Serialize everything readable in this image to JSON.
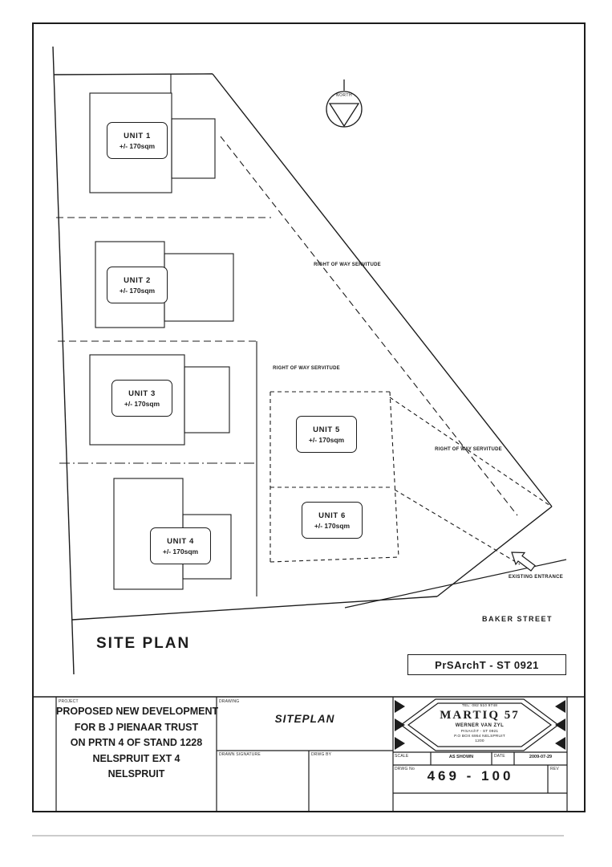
{
  "colors": {
    "ink": "#1c1c1c",
    "paper": "#ffffff"
  },
  "site": {
    "title": "SITE PLAN",
    "north": "NORTH",
    "street": "BAKER STREET",
    "entrance": "EXISTING ENTRANCE",
    "registration": "PrSArchT - ST 0921",
    "servitudes": [
      "RIGHT OF WAY SERVITUDE",
      "RIGHT OF WAY SERVITUDE",
      "RIGHT OF WAY SERVITUDE"
    ]
  },
  "units": [
    {
      "name": "UNIT 1",
      "area": "+/- 170sqm"
    },
    {
      "name": "UNIT 2",
      "area": "+/- 170sqm"
    },
    {
      "name": "UNIT 3",
      "area": "+/- 170sqm"
    },
    {
      "name": "UNIT 4",
      "area": "+/- 170sqm"
    },
    {
      "name": "UNIT 5",
      "area": "+/- 170sqm"
    },
    {
      "name": "UNIT 6",
      "area": "+/- 170sqm"
    }
  ],
  "title_block": {
    "project_label": "PROJECT",
    "project_lines": [
      "PROPOSED NEW DEVELOPMENT",
      "FOR B J PIENAAR TRUST",
      "ON PRTN 4 OF STAND 1228",
      "NELSPRUIT EXT 4",
      "NELSPRUIT"
    ],
    "drawing_label": "DRAWING",
    "drawing_title": "SITEPLAN",
    "drawn_label": "DRAWN SIGNATURE",
    "checked_label": "DRWG BY",
    "scale_label": "SCALE",
    "scale_value": "AS SHOWN",
    "date_label": "DATE",
    "date_value": "2009-07-29",
    "number_label": "DRWG No",
    "drawing_number": "469 - 100",
    "rev_label": "REV",
    "firm": {
      "tel": "TEL: 082 510 9748",
      "name": "MARTIQ 57",
      "principal": "WERNER VAN ZYL",
      "registration": "PrSArchT - ST 0921",
      "address1": "P.O BOX 6954 NELSPRUIT",
      "address2": "1200"
    }
  }
}
